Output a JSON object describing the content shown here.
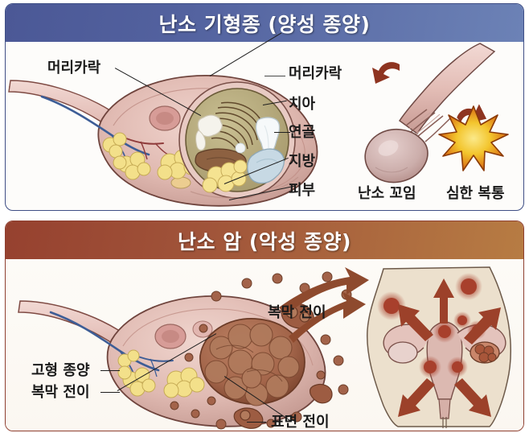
{
  "panels": [
    {
      "id": "benign",
      "title": "난소 기형종 (양성 종양)",
      "accent": "#4b5896",
      "labels": {
        "hair_left": "머리카락",
        "hair_right": "머리카락",
        "tooth": "치아",
        "cartilage": "연골",
        "fat": "지방",
        "skin": "피부",
        "torsion": "난소 꼬임",
        "pain": "심한 복통"
      }
    },
    {
      "id": "malignant",
      "title": "난소 암 (악성 종양)",
      "accent": "#96412f",
      "labels": {
        "peritoneal_top": "복막 전이",
        "solid_tumor": "고형 종양",
        "peritoneal_left": "복막 전이",
        "surface": "표면 전이"
      }
    }
  ],
  "colors": {
    "title_blue_dark": "#4b5896",
    "title_blue_light": "#6c82b6",
    "title_brown_dark": "#96412f",
    "title_brown_light": "#b77c43",
    "ovary_pink": "#dcb3ad",
    "ovary_outline": "#7e4a43",
    "fat_yellow": "#f2e07f",
    "cartilage_blue": "#c3d6e2",
    "tooth_white": "#f3f6f7",
    "hair_brown": "#6d5134",
    "tumor_brown": "#a3634a",
    "metastasis_red": "#a8402c",
    "body_tan": "#ece0cd",
    "vein_blue": "#3d5d96",
    "artery_red": "#8f3b3b",
    "burst_orange": "#d96a16",
    "burst_yellow": "#f5d342"
  }
}
